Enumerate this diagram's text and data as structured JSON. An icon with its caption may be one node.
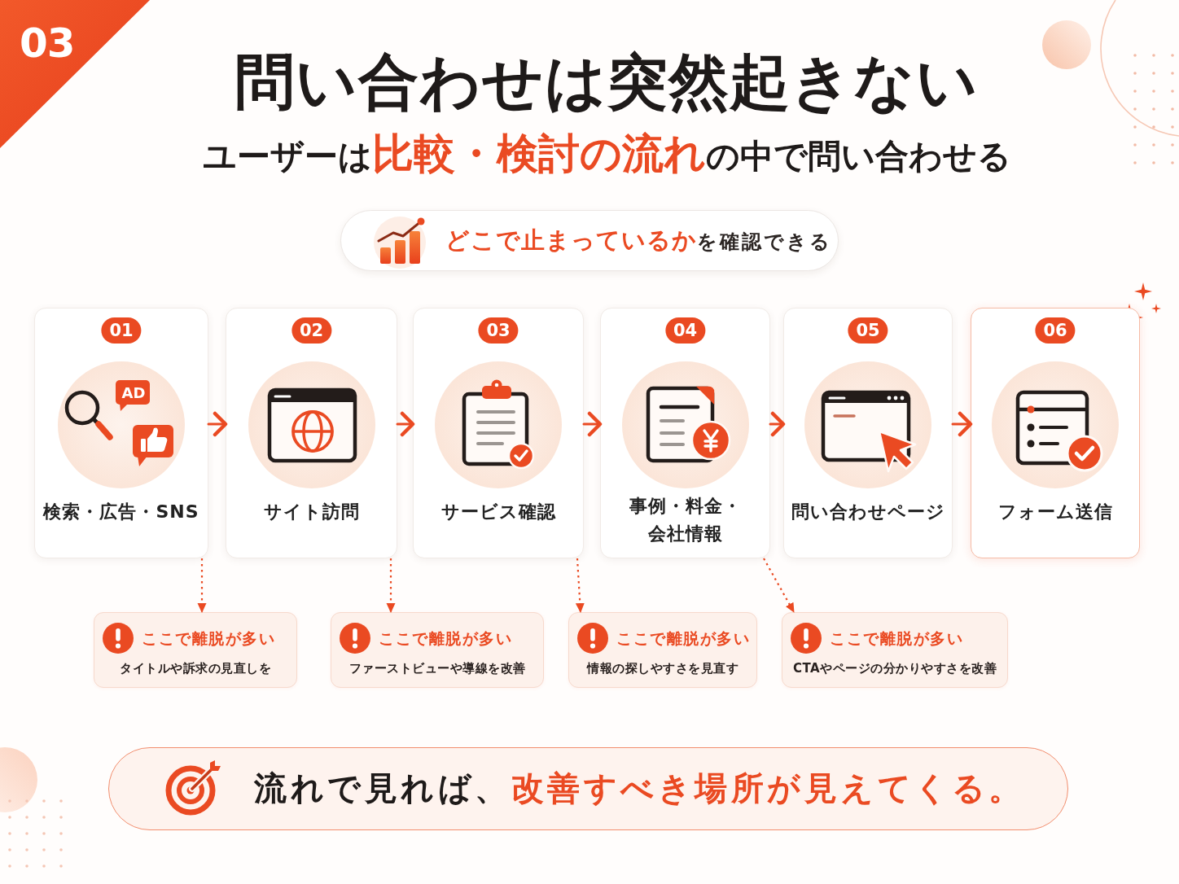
{
  "diagram": {
    "title": "問い合わせは突然起きない",
    "nodes": [
      {
        "text": [
          "03"
        ]
      },
      {
        "text": [
          "**どこで止まっているか**を確認できる"
        ]
      },
      {
        "text": [
          "01",
          "検索・広告・SNS"
        ]
      },
      {
        "text": [
          "02",
          "サイト訪問"
        ]
      },
      {
        "text": [
          "03",
          "サービス確認"
        ]
      },
      {
        "text": [
          "04",
          "事例・料金・会社情報"
        ]
      },
      {
        "text": [
          "05",
          "問い合わせページ"
        ]
      },
      {
        "text": [
          "06",
          "フォーム送信"
        ]
      },
      {
        "text": [
          "ここで離脱が多い",
          "タイトルや訴求の見直しを"
        ]
      },
      {
        "text": [
          "ここで離脱が多い",
          "ファーストビューや導線を改善"
        ]
      },
      {
        "text": [
          "ここで離脱が多い",
          "情報の探しやすさを見直す"
        ]
      },
      {
        "text": [
          "ここで離脱が多い",
          "CTAやページの分かりやすさを改善"
        ]
      },
      {
        "text": [
          "流れで見れば、**改善すべき場所が見えてくる。**"
        ]
      }
    ],
    "edges": [
      {
        "from": 2,
        "to": 3,
        "arrow": "to"
      },
      {
        "from": 3,
        "to": 4,
        "arrow": "to"
      },
      {
        "from": 4,
        "to": 5,
        "arrow": "to"
      },
      {
        "from": 5,
        "to": 6,
        "arrow": "to"
      },
      {
        "from": 6,
        "to": 7,
        "arrow": "to"
      },
      {
        "from": 2,
        "to": 8,
        "arrow": "to",
        "style": "dashed"
      },
      {
        "from": 3,
        "to": 9,
        "arrow": "to",
        "style": "dashed"
      },
      {
        "from": 4,
        "to": 10,
        "arrow": "to",
        "style": "dashed"
      },
      {
        "from": 5,
        "to": 11,
        "arrow": "to",
        "style": "dashed"
      }
    ],
    "labels": [
      "ユーザーは**比較・検討の流れ**の中で問い合わせる",
      "AD"
    ]
  }
}
